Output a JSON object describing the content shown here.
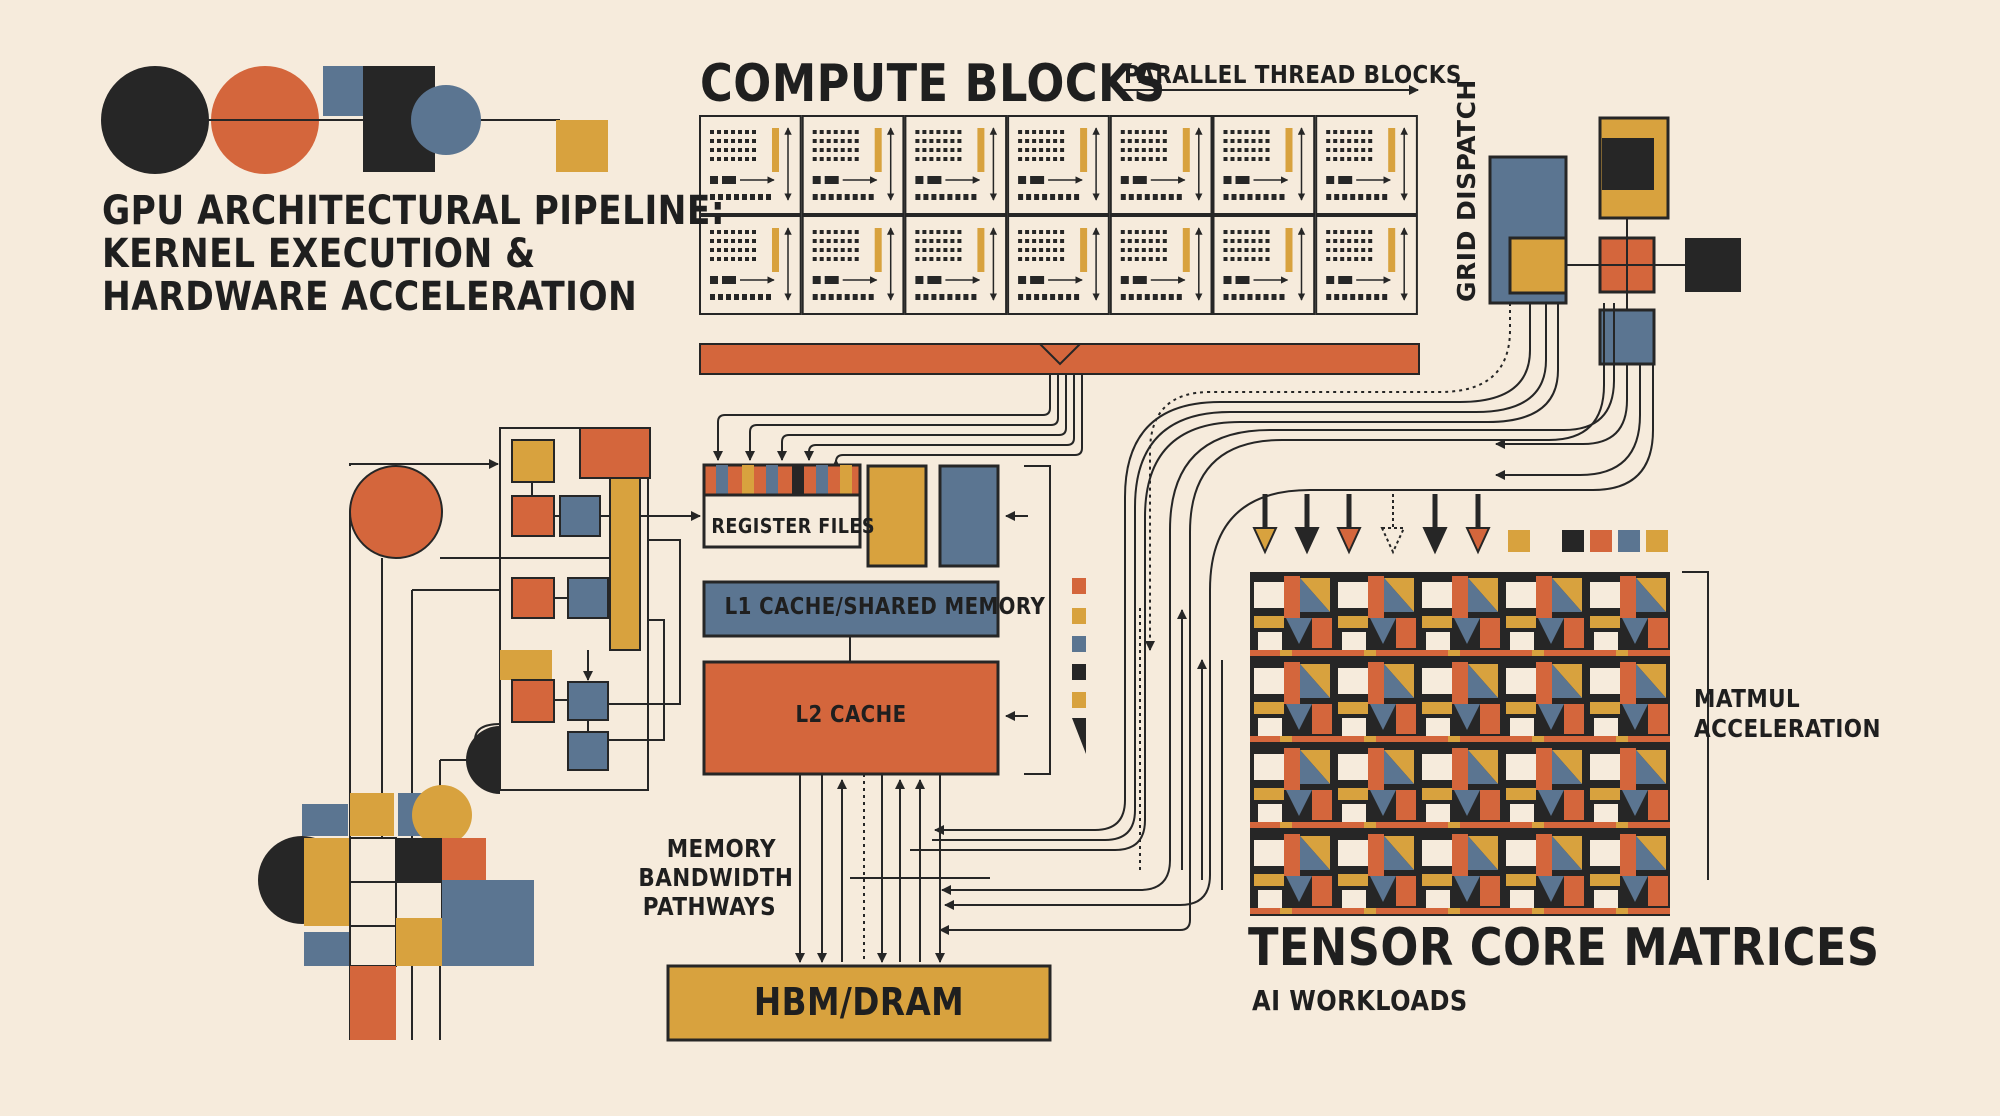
{
  "title": {
    "line1": "GPU ARCHITECTURAL PIPELINE:",
    "line2": "KERNEL EXECUTION &",
    "line3": "HARDWARE ACCELERATION"
  },
  "compute_blocks": {
    "heading": "COMPUTE BLOCKS",
    "parallel_label": "PARALLEL THREAD BLOCKS",
    "grid_label": "GRID DISPATCH"
  },
  "memory": {
    "register_files": "REGISTER FILES",
    "l1_cache": "L1 CACHE/SHARED MEMORY",
    "l2_cache": "L2 CACHE",
    "bandwidth": {
      "line1": "MEMORY",
      "line2": "BANDWIDTH",
      "line3": "PATHWAYS"
    },
    "hbm": "HBM/DRAM"
  },
  "tensor": {
    "heading": "TENSOR CORE MATRICES",
    "subheading": "AI WORKLOADS",
    "matmul": {
      "line1": "MATMUL",
      "line2": "ACCELERATION"
    }
  },
  "colors": {
    "background": "#f6ebdc",
    "dark": "#262626",
    "orange": "#d4663c",
    "blue": "#5b7591",
    "mustard": "#d8a23e"
  }
}
